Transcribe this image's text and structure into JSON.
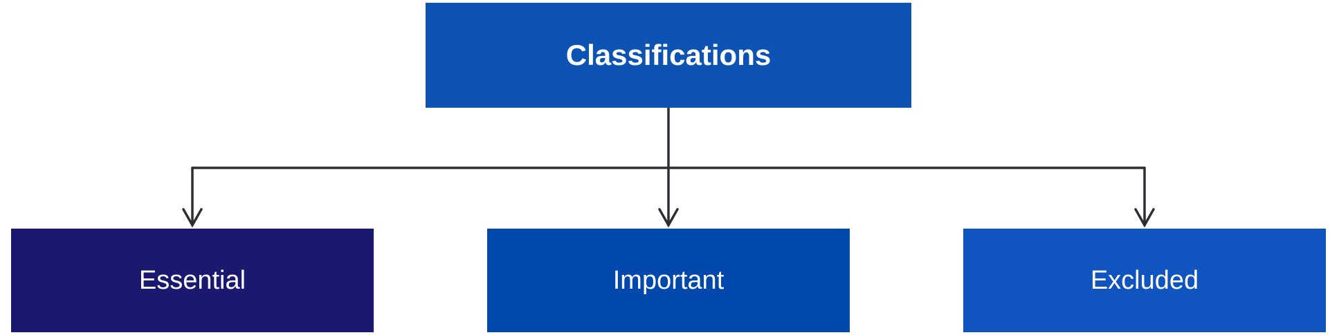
{
  "diagram": {
    "root": {
      "label": "Classifications",
      "color": "#0d53b4"
    },
    "children": [
      {
        "label": "Essential",
        "color": "#1b1870"
      },
      {
        "label": "Important",
        "color": "#0148ad"
      },
      {
        "label": "Excluded",
        "color": "#1054bf"
      }
    ],
    "connector_color": "#2b2f33"
  }
}
